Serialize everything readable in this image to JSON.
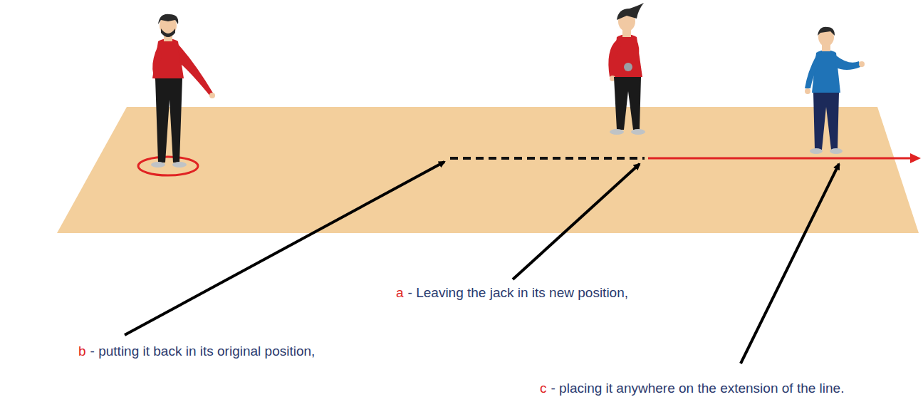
{
  "diagram": {
    "labels": [
      "a",
      "- Leaving the jack in its new position,",
      "b",
      "- putting it back in its original position,",
      "c",
      "- placing it anywhere on the extension of the line."
    ]
  }
}
